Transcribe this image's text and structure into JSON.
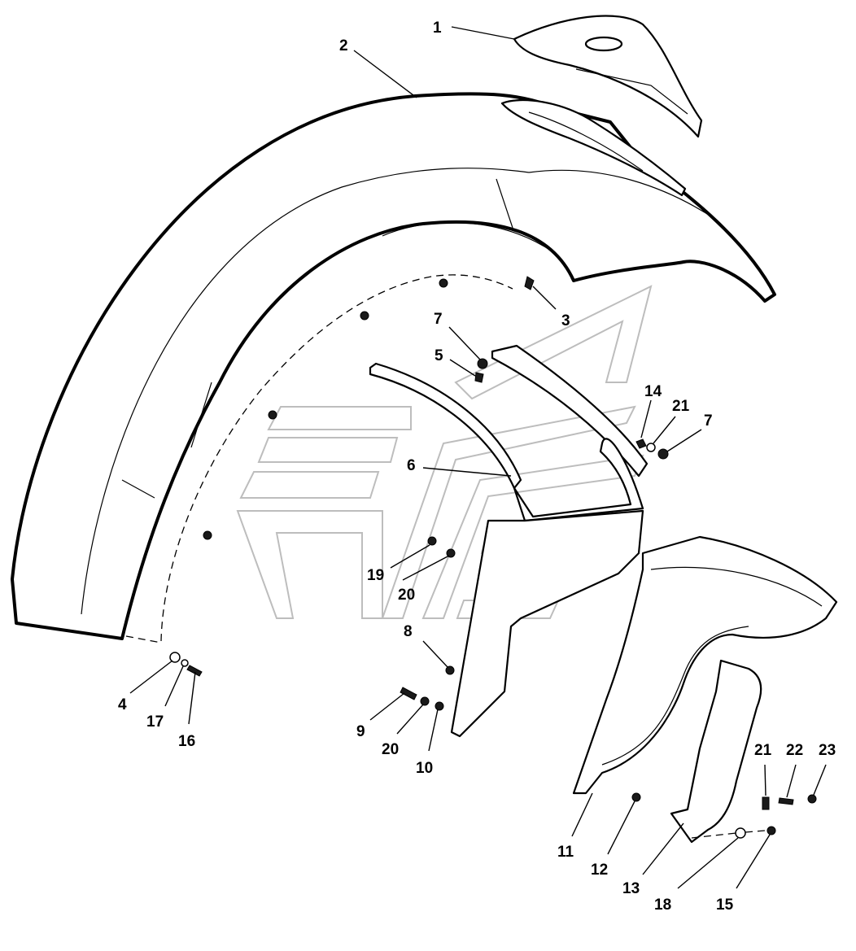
{
  "callouts": [
    {
      "id": "c1",
      "label": "1"
    },
    {
      "id": "c2",
      "label": "2"
    },
    {
      "id": "c3",
      "label": "3"
    },
    {
      "id": "c7a",
      "label": "7"
    },
    {
      "id": "c5",
      "label": "5"
    },
    {
      "id": "c14",
      "label": "14"
    },
    {
      "id": "c21a",
      "label": "21"
    },
    {
      "id": "c7b",
      "label": "7"
    },
    {
      "id": "c6",
      "label": "6"
    },
    {
      "id": "c19",
      "label": "19"
    },
    {
      "id": "c20a",
      "label": "20"
    },
    {
      "id": "c8",
      "label": "8"
    },
    {
      "id": "c4",
      "label": "4"
    },
    {
      "id": "c17",
      "label": "17"
    },
    {
      "id": "c16",
      "label": "16"
    },
    {
      "id": "c9",
      "label": "9"
    },
    {
      "id": "c20b",
      "label": "20"
    },
    {
      "id": "c10",
      "label": "10"
    },
    {
      "id": "c11",
      "label": "11"
    },
    {
      "id": "c12",
      "label": "12"
    },
    {
      "id": "c13",
      "label": "13"
    },
    {
      "id": "c21b",
      "label": "21"
    },
    {
      "id": "c22",
      "label": "22"
    },
    {
      "id": "c23",
      "label": "23"
    },
    {
      "id": "c18",
      "label": "18"
    },
    {
      "id": "c15",
      "label": "15"
    }
  ],
  "colors": {
    "line": "#000000",
    "background": "#ffffff",
    "watermark": "#bdbdbd"
  }
}
